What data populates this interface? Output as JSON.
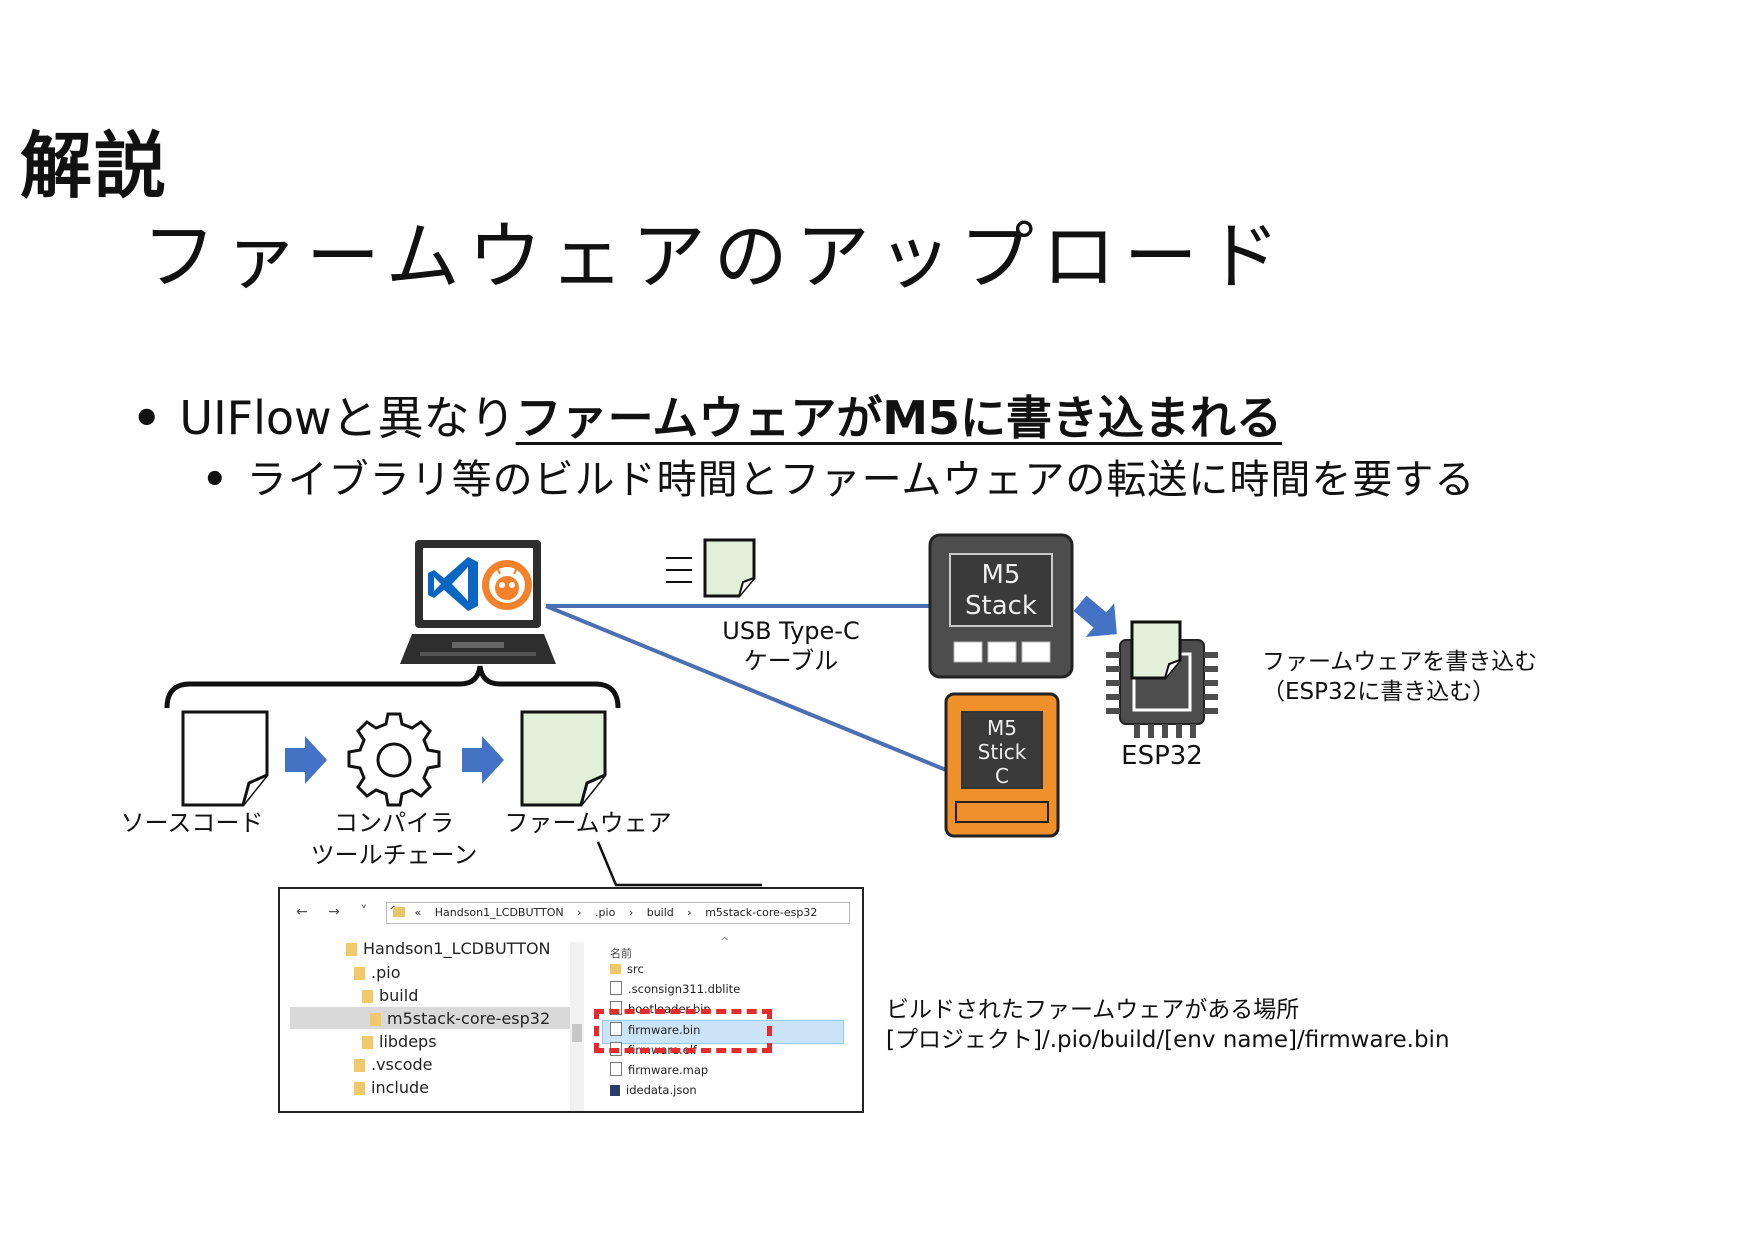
{
  "heading": "解説",
  "title": "ファームウェアのアップロード",
  "bullet1": {
    "prefix": "UIFlowと異なり",
    "emphasis": "ファームウェアがM5に書き込まれる"
  },
  "bullet2": "ライブラリ等のビルド時間とファームウェアの転送に時間を要する",
  "pipeline": {
    "source": "ソースコード",
    "compiler_line1": "コンパイラ",
    "compiler_line2": "ツールチェーン",
    "firmware": "ファームウェア"
  },
  "cable_line1": "USB Type-C",
  "cable_line2": "ケーブル",
  "m5stack": {
    "line1": "M5",
    "line2": "Stack"
  },
  "m5stickc": {
    "line1": "M5",
    "line2": "Stick",
    "line3": "C"
  },
  "esp32_label": "ESP32",
  "write_note_line1": "ファームウェアを書き込む",
  "write_note_line2": "（ESP32に書き込む）",
  "location_note_line1": "ビルドされたファームウェアがある場所",
  "location_note_line2": "[プロジェクト]/.pio/build/[env name]/firmware.bin",
  "explorer": {
    "nav": "←  →  ˅  ↑",
    "path": [
      "«",
      "Handson1_LCDBUTTON",
      "›",
      ".pio",
      "›",
      "build",
      "›",
      "m5stack-core-esp32"
    ],
    "tree": [
      "Handson1_LCDBUTTON",
      ".pio",
      "build",
      "m5stack-core-esp32",
      "libdeps",
      ".vscode",
      "include"
    ],
    "column_name": "名前",
    "files": [
      "src",
      ".sconsign311.dblite",
      "bootloader.bin",
      "firmware.bin",
      "firmware.elf",
      "firmware.map",
      "idedata.json"
    ]
  },
  "colors": {
    "arrow": "#4472c4",
    "cable": "#4a6fb5",
    "doc_green": "#e2efd9",
    "m5stack_body": "#4d4d4d",
    "m5stickc_body": "#f0902b",
    "highlight_dash": "#e52b2b",
    "selected_row": "#cce4f7",
    "vscode_blue": "#0a66c2",
    "platformio_orange": "#f5822a"
  }
}
